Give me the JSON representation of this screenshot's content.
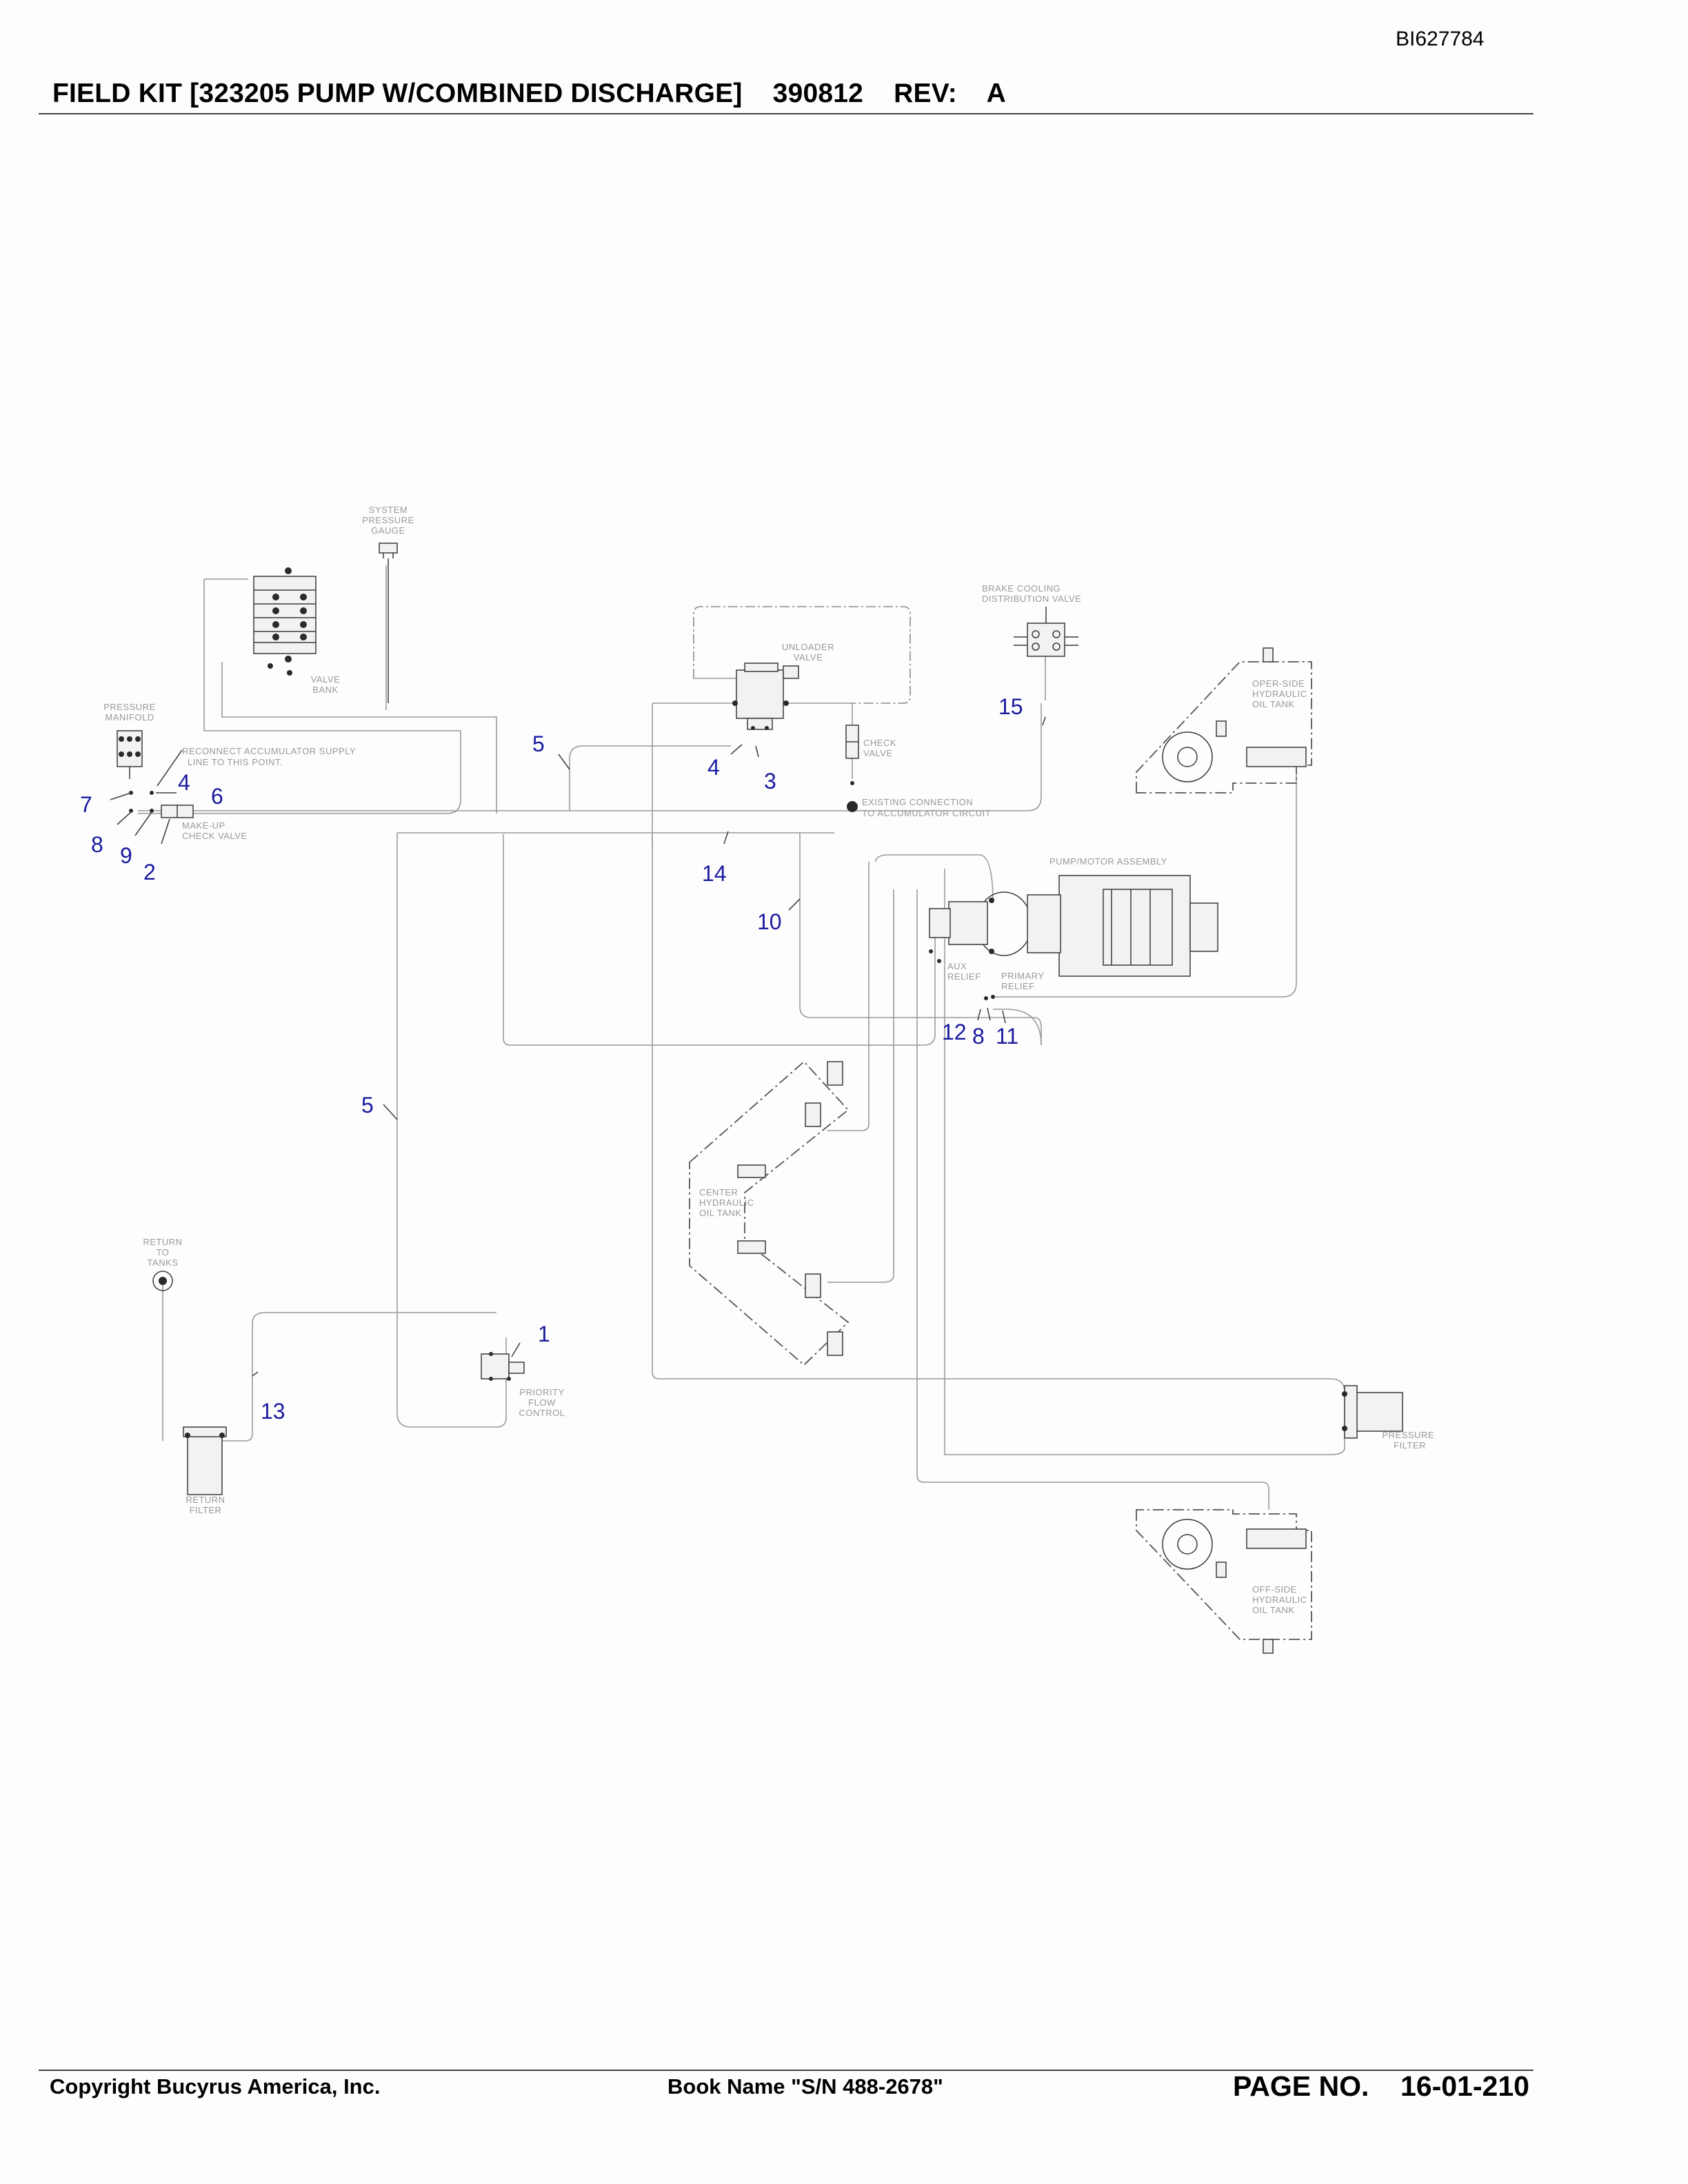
{
  "header": {
    "doc_id": "BI627784",
    "title": "FIELD KIT [323205 PUMP W/COMBINED DISCHARGE]    390812    REV:    A"
  },
  "labels": {
    "system_pressure_gauge": [
      "SYSTEM",
      "PRESSURE",
      "GAUGE"
    ],
    "valve_bank": [
      "VALVE",
      "BANK"
    ],
    "pressure_manifold": [
      "PRESSURE",
      "MANIFOLD"
    ],
    "reconnect_note": [
      "RECONNECT ACCUMULATOR SUPPLY",
      "LINE TO THIS POINT."
    ],
    "makeup_check_valve": [
      "MAKE-UP",
      "CHECK VALVE"
    ],
    "unloader_valve": [
      "UNLOADER",
      "VALVE"
    ],
    "check_valve": [
      "CHECK",
      "VALVE"
    ],
    "existing_connection": [
      "EXISTING CONNECTION",
      "TO ACCUMULATOR CIRCUIT"
    ],
    "brake_cooling": [
      "BRAKE COOLING",
      "DISTRIBUTION VALVE"
    ],
    "oper_side_tank": [
      "OPER-SIDE",
      "HYDRAULIC",
      "OIL TANK"
    ],
    "pump_motor": [
      "PUMP/MOTOR ASSEMBLY"
    ],
    "aux_relief": [
      "AUX",
      "RELIEF"
    ],
    "primary_relief": [
      "PRIMARY",
      "RELIEF"
    ],
    "center_tank": [
      "CENTER",
      "HYDRAULIC",
      "OIL TANK"
    ],
    "return_to_tanks": [
      "RETURN",
      "TO",
      "TANKS"
    ],
    "priority_flow_control": [
      "PRIORITY",
      "FLOW",
      "CONTROL"
    ],
    "return_filter": [
      "RETURN",
      "FILTER"
    ],
    "pressure_filter": [
      "PRESSURE",
      "FILTER"
    ],
    "off_side_tank": [
      "OFF-SIDE",
      "HYDRAULIC",
      "OIL TANK"
    ]
  },
  "callouts": {
    "c1": "1",
    "c2": "2",
    "c3": "3",
    "c4a": "4",
    "c4b": "4",
    "c5a": "5",
    "c5b": "5",
    "c6": "6",
    "c7": "7",
    "c8a": "8",
    "c8b": "8",
    "c9": "9",
    "c10": "10",
    "c11": "11",
    "c12": "12",
    "c13": "13",
    "c14": "14",
    "c15": "15"
  },
  "footer": {
    "copyright": "Copyright Bucyrus America, Inc.",
    "book_name": "Book Name \"S/N 488-2678\"",
    "page_no": "PAGE NO.    16-01-210"
  }
}
